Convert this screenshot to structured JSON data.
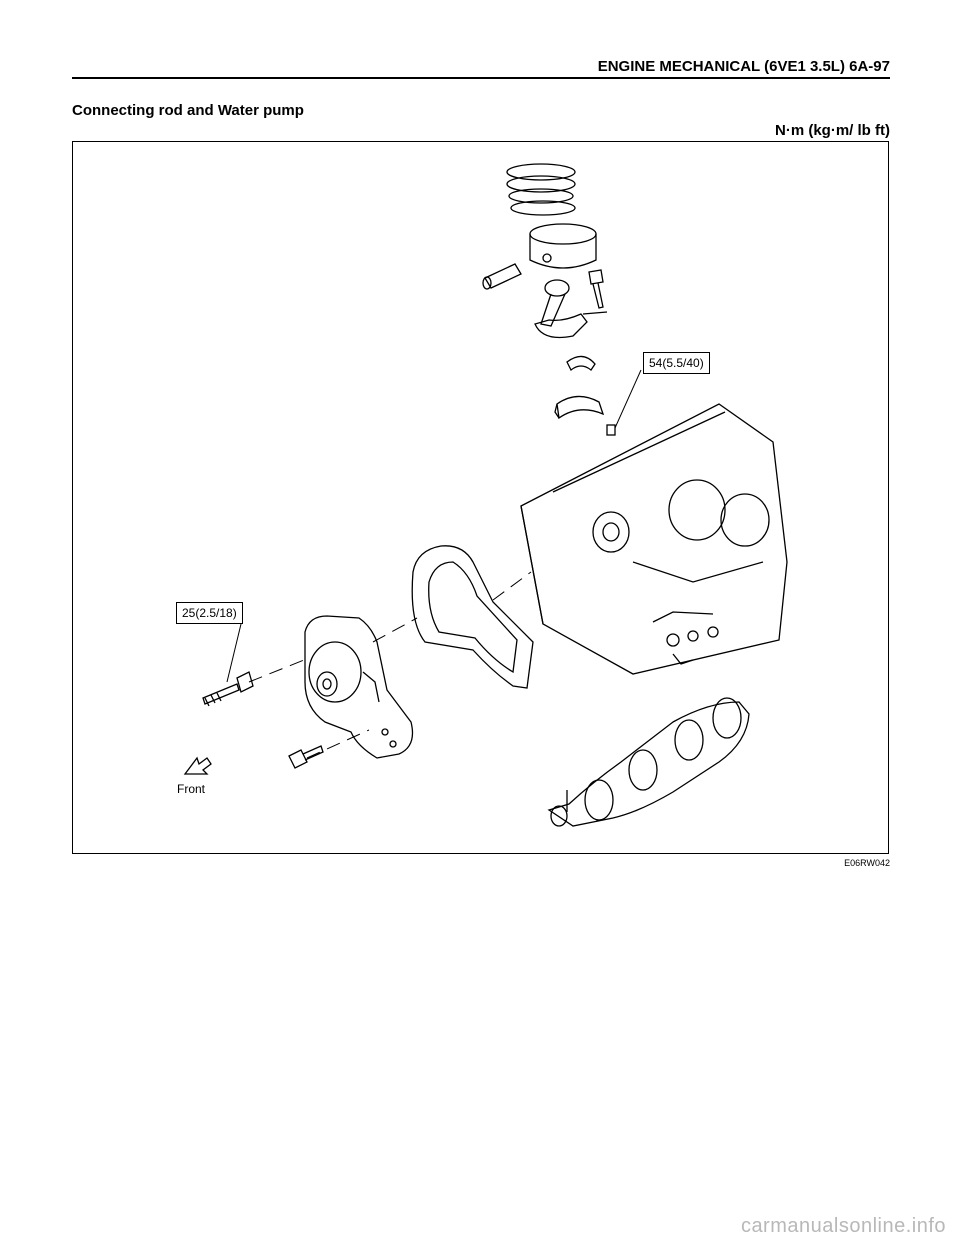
{
  "header": {
    "title": "ENGINE MECHANICAL (6VE1 3.5L)  6A-97"
  },
  "section": {
    "title": "Connecting rod and Water pump",
    "units": "N·m (kg·m/ lb ft)"
  },
  "figure": {
    "callouts": {
      "rod_nut_torque": "54(5.5/40)",
      "stud_torque": "25(2.5/18)"
    },
    "front_label": "Front",
    "figure_id": "E06RW042"
  },
  "footer": {
    "watermark": "carmanualsonline.info"
  }
}
